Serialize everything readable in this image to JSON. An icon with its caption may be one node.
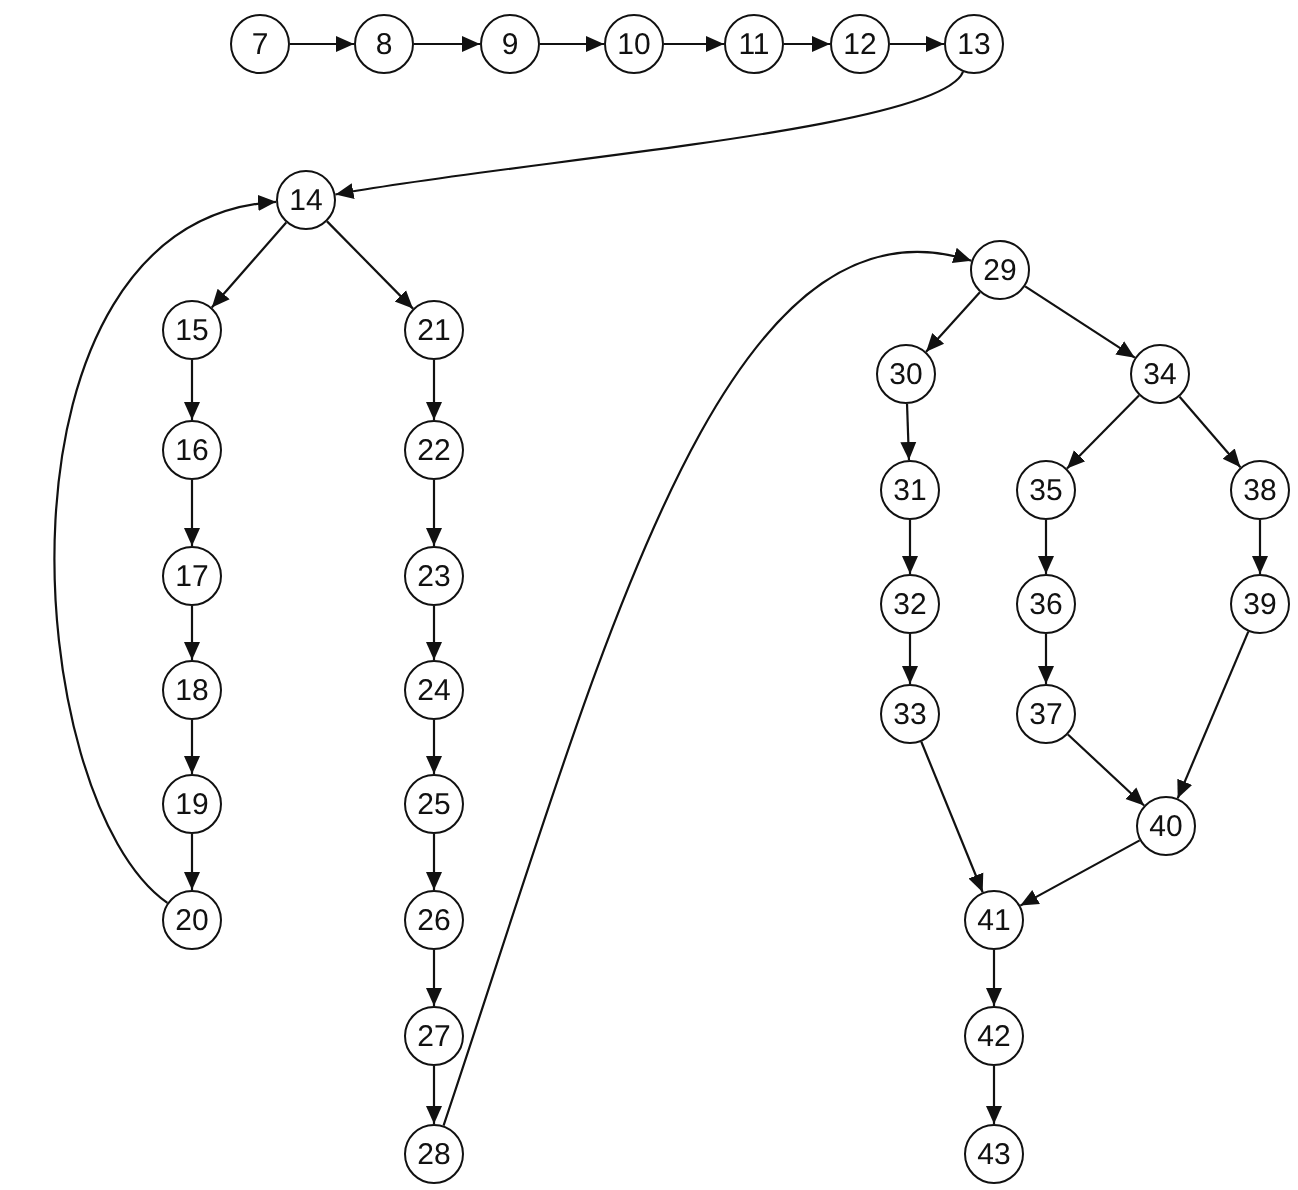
{
  "diagram": {
    "nodes": [
      {
        "text": [
          "7"
        ]
      },
      {
        "text": [
          "8"
        ]
      },
      {
        "text": [
          "9"
        ]
      },
      {
        "text": [
          "10"
        ]
      },
      {
        "text": [
          "11"
        ]
      },
      {
        "text": [
          "12"
        ]
      },
      {
        "text": [
          "13"
        ]
      },
      {
        "text": [
          "14"
        ]
      },
      {
        "text": [
          "15"
        ]
      },
      {
        "text": [
          "16"
        ]
      },
      {
        "text": [
          "17"
        ]
      },
      {
        "text": [
          "18"
        ]
      },
      {
        "text": [
          "19"
        ]
      },
      {
        "text": [
          "20"
        ]
      },
      {
        "text": [
          "21"
        ]
      },
      {
        "text": [
          "22"
        ]
      },
      {
        "text": [
          "23"
        ]
      },
      {
        "text": [
          "24"
        ]
      },
      {
        "text": [
          "25"
        ]
      },
      {
        "text": [
          "26"
        ]
      },
      {
        "text": [
          "27"
        ]
      },
      {
        "text": [
          "28"
        ]
      },
      {
        "text": [
          "29"
        ]
      },
      {
        "text": [
          "30"
        ]
      },
      {
        "text": [
          "31"
        ]
      },
      {
        "text": [
          "32"
        ]
      },
      {
        "text": [
          "33"
        ]
      },
      {
        "text": [
          "34"
        ]
      },
      {
        "text": [
          "35"
        ]
      },
      {
        "text": [
          "36"
        ]
      },
      {
        "text": [
          "37"
        ]
      },
      {
        "text": [
          "38"
        ]
      },
      {
        "text": [
          "39"
        ]
      },
      {
        "text": [
          "40"
        ]
      },
      {
        "text": [
          "41"
        ]
      },
      {
        "text": [
          "42"
        ]
      },
      {
        "text": [
          "43"
        ]
      }
    ],
    "edges": [
      {
        "from": 0,
        "to": 1,
        "arrow": "to"
      },
      {
        "from": 1,
        "to": 2,
        "arrow": "to"
      },
      {
        "from": 2,
        "to": 3,
        "arrow": "to"
      },
      {
        "from": 3,
        "to": 4,
        "arrow": "to"
      },
      {
        "from": 4,
        "to": 5,
        "arrow": "to"
      },
      {
        "from": 5,
        "to": 6,
        "arrow": "to"
      },
      {
        "from": 6,
        "to": 7,
        "arrow": "to"
      },
      {
        "from": 7,
        "to": 8,
        "arrow": "to"
      },
      {
        "from": 7,
        "to": 14,
        "arrow": "to"
      },
      {
        "from": 8,
        "to": 9,
        "arrow": "to"
      },
      {
        "from": 9,
        "to": 10,
        "arrow": "to"
      },
      {
        "from": 10,
        "to": 11,
        "arrow": "to"
      },
      {
        "from": 11,
        "to": 12,
        "arrow": "to"
      },
      {
        "from": 12,
        "to": 13,
        "arrow": "to"
      },
      {
        "from": 13,
        "to": 7,
        "arrow": "to"
      },
      {
        "from": 14,
        "to": 15,
        "arrow": "to"
      },
      {
        "from": 15,
        "to": 16,
        "arrow": "to"
      },
      {
        "from": 16,
        "to": 17,
        "arrow": "to"
      },
      {
        "from": 17,
        "to": 18,
        "arrow": "to"
      },
      {
        "from": 18,
        "to": 19,
        "arrow": "to"
      },
      {
        "from": 19,
        "to": 20,
        "arrow": "to"
      },
      {
        "from": 20,
        "to": 21,
        "arrow": "to"
      },
      {
        "from": 21,
        "to": 22,
        "arrow": "to"
      },
      {
        "from": 22,
        "to": 23,
        "arrow": "to"
      },
      {
        "from": 22,
        "to": 27,
        "arrow": "to"
      },
      {
        "from": 23,
        "to": 24,
        "arrow": "to"
      },
      {
        "from": 24,
        "to": 25,
        "arrow": "to"
      },
      {
        "from": 25,
        "to": 26,
        "arrow": "to"
      },
      {
        "from": 26,
        "to": 34,
        "arrow": "to"
      },
      {
        "from": 27,
        "to": 28,
        "arrow": "to"
      },
      {
        "from": 27,
        "to": 31,
        "arrow": "to"
      },
      {
        "from": 28,
        "to": 29,
        "arrow": "to"
      },
      {
        "from": 29,
        "to": 30,
        "arrow": "to"
      },
      {
        "from": 30,
        "to": 33,
        "arrow": "to"
      },
      {
        "from": 31,
        "to": 32,
        "arrow": "to"
      },
      {
        "from": 32,
        "to": 33,
        "arrow": "to"
      },
      {
        "from": 33,
        "to": 34,
        "arrow": "to"
      },
      {
        "from": 34,
        "to": 35,
        "arrow": "to"
      },
      {
        "from": 35,
        "to": 36,
        "arrow": "to"
      }
    ]
  }
}
